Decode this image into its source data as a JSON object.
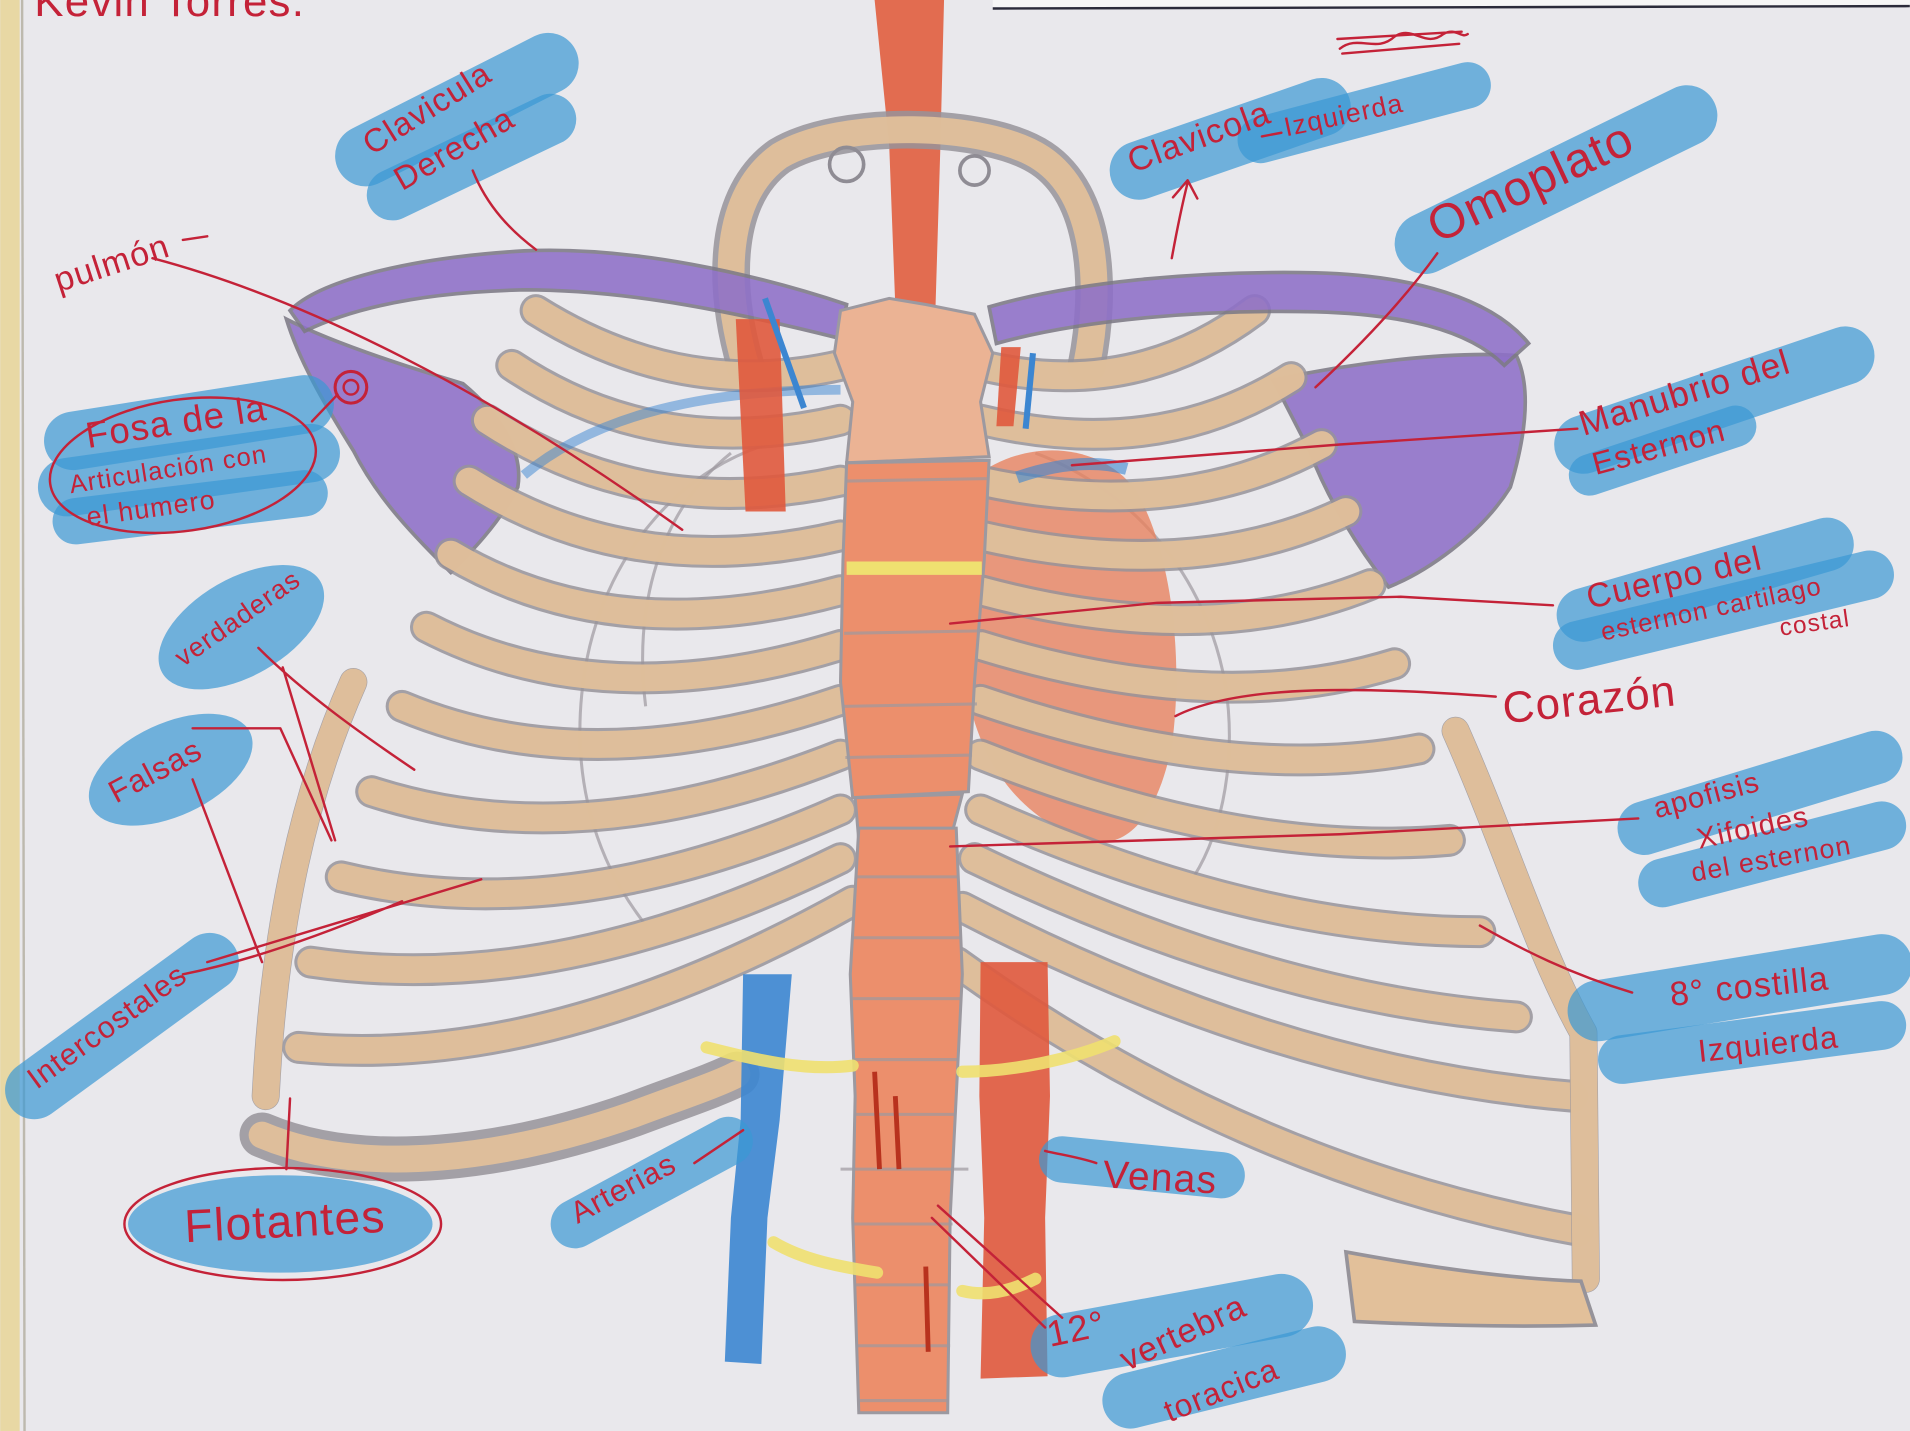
{
  "author": "Kevin Torres.",
  "labels": {
    "clavicula_derecha": [
      "Clavicula",
      "Derecha"
    ],
    "clavicula_izquierda": [
      "Clavicola",
      "Izquierda"
    ],
    "omoplato": "Omoplato",
    "pulmon": "pulmón",
    "fosa_articulacion": [
      "Fosa de la",
      "Articulación con",
      "el humero"
    ],
    "manubrio": [
      "Manubrio del",
      "Esternon"
    ],
    "cuerpo_esternon": [
      "Cuerpo del",
      "esternon cartilago",
      "costal"
    ],
    "corazon": "Corazón",
    "apofisis_xifoides": [
      "apofisis",
      "Xifoides",
      "del esternon"
    ],
    "octava_costilla": [
      "8° costilla",
      "Izquierda"
    ],
    "verdaderas": "verdaderas",
    "falsas": "Falsas",
    "intercostales": "Intercostales",
    "flotantes": "Flotantes",
    "arterias": "Arterias",
    "venas": "Venas",
    "vertebra": [
      "12°",
      "vertebra",
      "toracica"
    ]
  },
  "colors": {
    "ink_red": "#c42238",
    "highlight_blue": "#3b98d4",
    "bone_tan": "#e2c09a",
    "clavicle_purple": "#8e70c8",
    "artery_red": "#e0593d",
    "vein_blue": "#3c86d1",
    "sternum_orange": "#ec8f6c",
    "cartilage_yellow": "#efe070"
  }
}
